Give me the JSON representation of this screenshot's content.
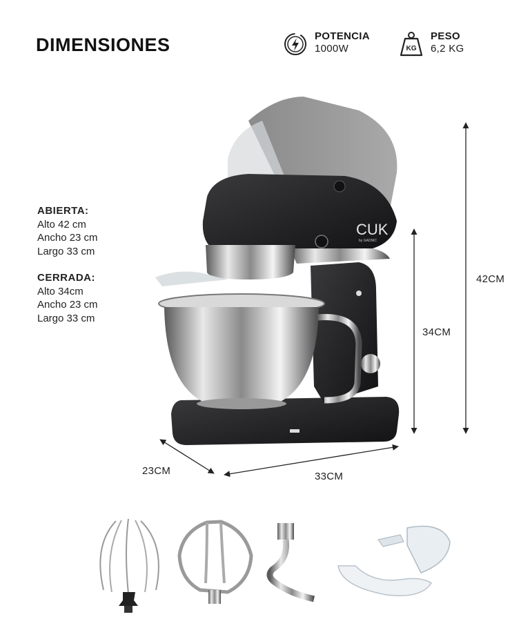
{
  "heading": "DIMENSIONES",
  "specs": {
    "power": {
      "icon": "lightning-bolt-icon",
      "label": "POTENCIA",
      "value": "1000W"
    },
    "weight": {
      "icon": "kg-weight-icon",
      "label": "PESO",
      "value": "6,2 KG",
      "icon_text": "KG"
    }
  },
  "open": {
    "heading": "ABIERTA:",
    "lines": [
      "Alto 42 cm",
      "Ancho 23 cm",
      "Largo 33 cm"
    ]
  },
  "closed": {
    "heading": "CERRADA:",
    "lines": [
      "Alto 34cm",
      "Ancho 23 cm",
      "Largo 33 cm"
    ]
  },
  "dimension_labels": {
    "height_open": "42CM",
    "height_closed": "34CM",
    "width": "23CM",
    "length": "33CM"
  },
  "product": {
    "brand_logo": "CUK",
    "brand_sub": "by GADNIC",
    "color": "#1c1c1e"
  },
  "accessories": [
    "whisk-accessory",
    "flat-beater-accessory",
    "dough-hook-accessory",
    "splash-guard-accessory"
  ]
}
